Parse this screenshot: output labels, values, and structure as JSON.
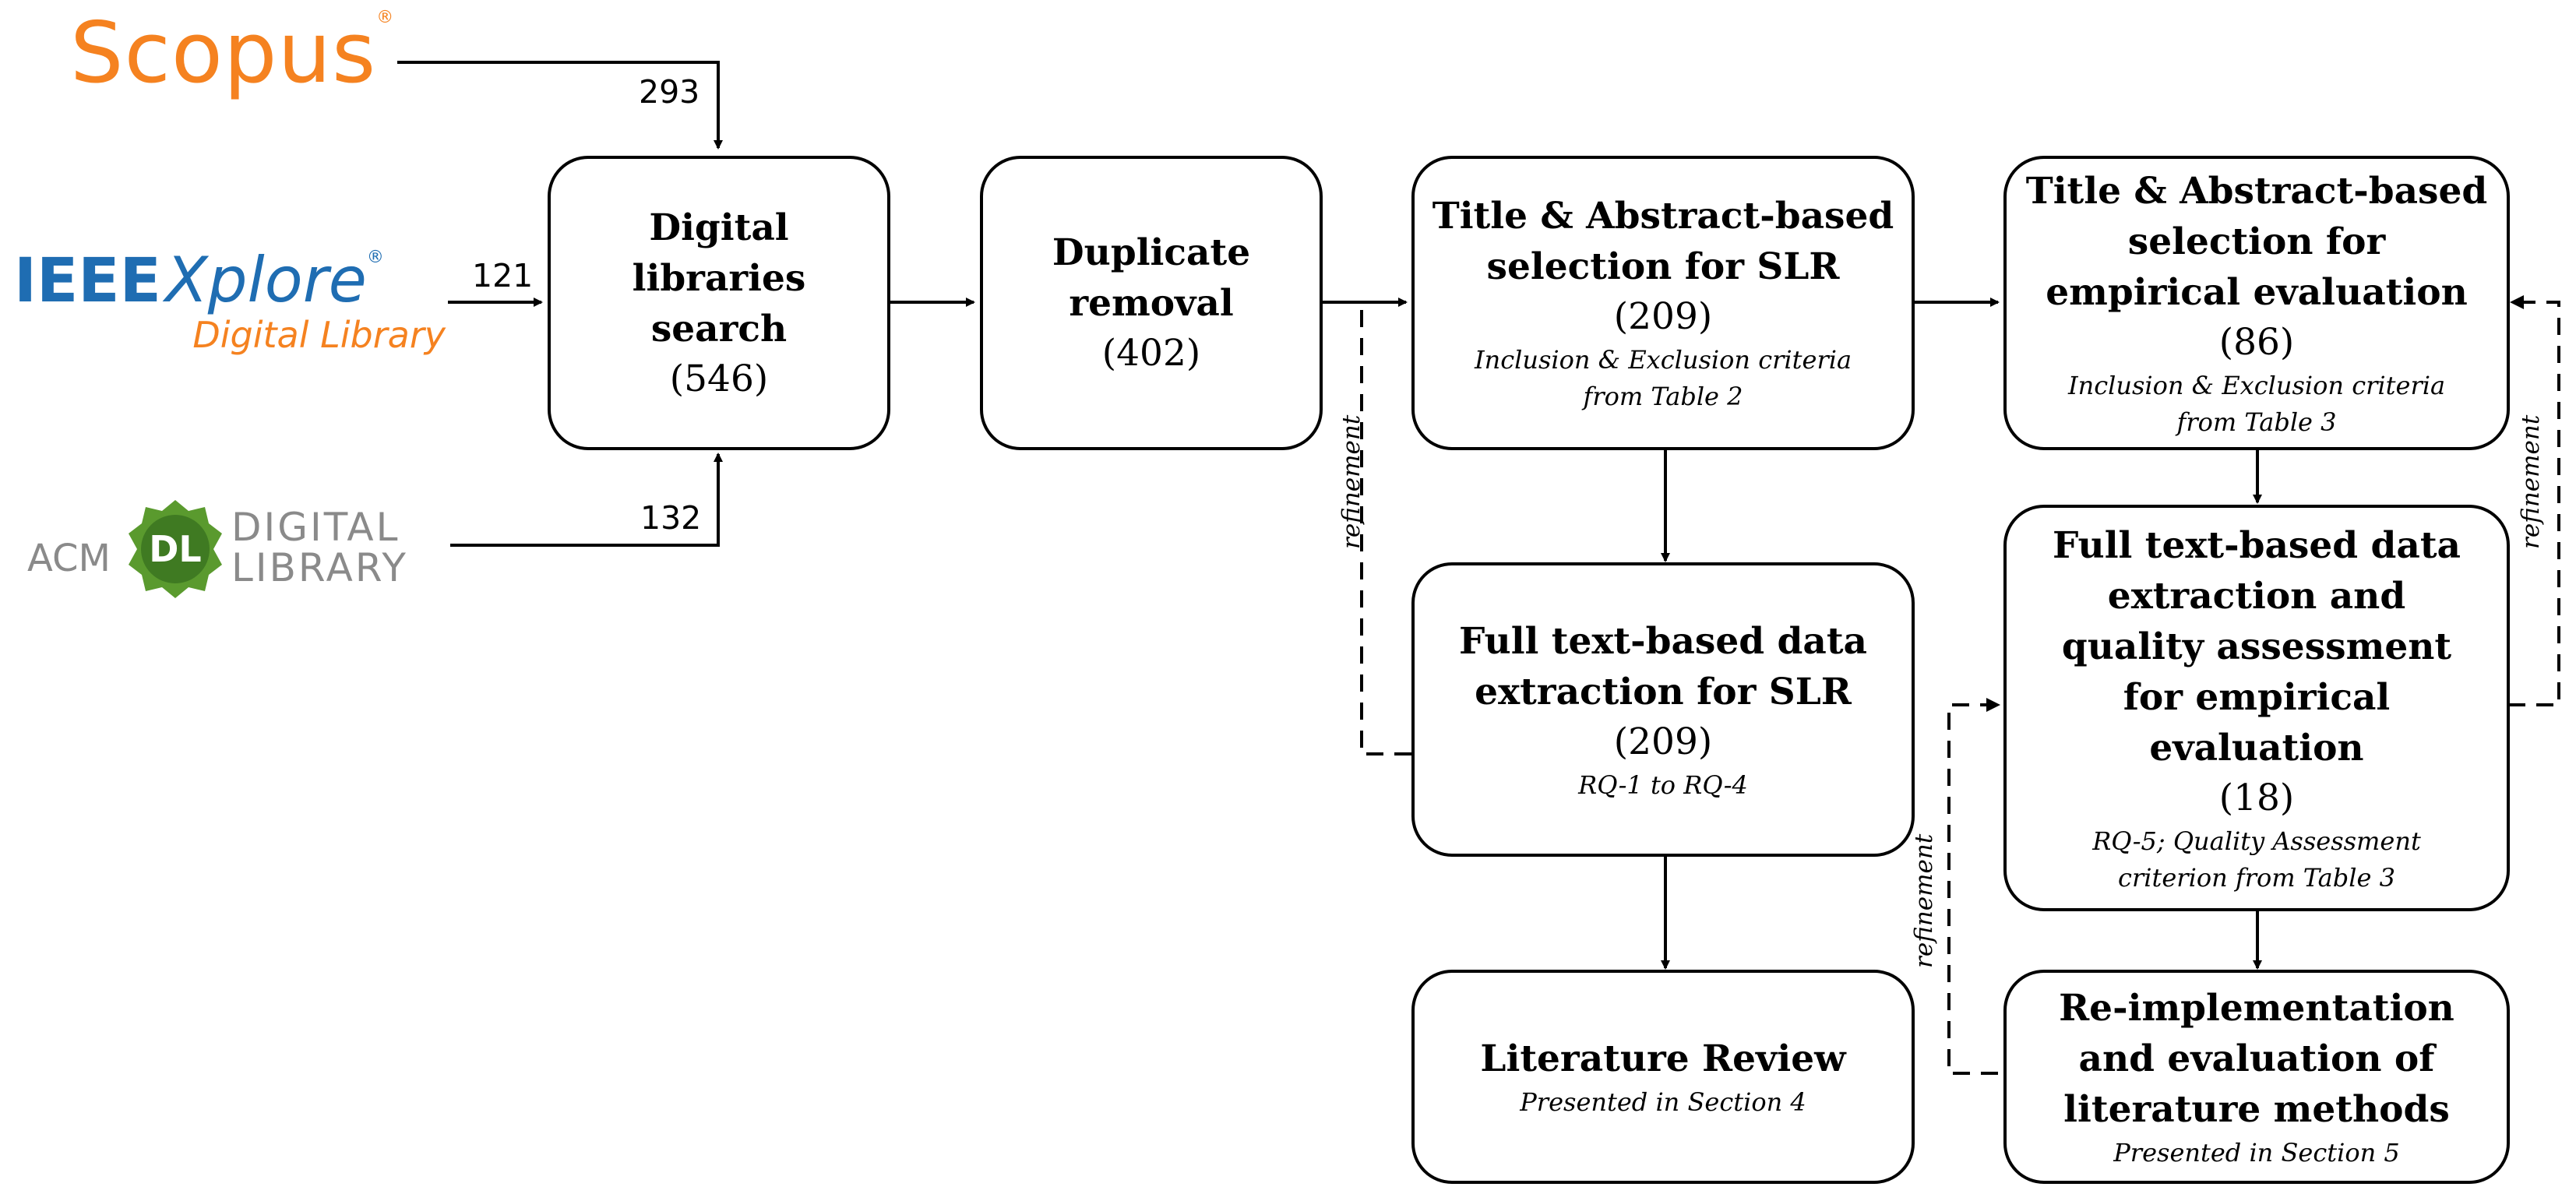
{
  "sources": {
    "scopus": {
      "logo_text": "Scopus",
      "count": "293"
    },
    "ieee": {
      "logo_text_1": "IEEE",
      "logo_text_2": "Xplore",
      "logo_sub": "Digital Library",
      "count": "121"
    },
    "acm": {
      "logo_text_1": "ACM",
      "logo_badge": "DL",
      "logo_text_2": "DIGITAL",
      "logo_text_3": "LIBRARY",
      "count": "132"
    }
  },
  "boxes": {
    "search": {
      "title": [
        "Digital",
        "libraries",
        "search"
      ],
      "count": "(546)"
    },
    "dedup": {
      "title": [
        "Duplicate",
        "removal"
      ],
      "count": "(402)"
    },
    "ta_slr": {
      "title": [
        "Title & Abstract-based",
        "selection for SLR"
      ],
      "count": "(209)",
      "note": [
        "Inclusion & Exclusion criteria",
        "from Table 2"
      ]
    },
    "ft_slr": {
      "title": [
        "Full text-based data",
        "extraction for SLR"
      ],
      "count": "(209)",
      "note": [
        "RQ-1 to RQ-4"
      ]
    },
    "review": {
      "title": [
        "Literature Review"
      ],
      "note": [
        "Presented in Section 4"
      ]
    },
    "ta_emp": {
      "title": [
        "Title & Abstract-based",
        "selection for",
        "empirical evaluation"
      ],
      "count": "(86)",
      "note": [
        "Inclusion & Exclusion criteria",
        "from Table 3"
      ]
    },
    "ft_emp": {
      "title": [
        "Full text-based data",
        "extraction and",
        "quality assessment",
        "for empirical",
        "evaluation"
      ],
      "count": "(18)",
      "note": [
        "RQ-5; Quality Assessment",
        "criterion from Table 3"
      ]
    },
    "reimpl": {
      "title": [
        "Re-implementation",
        "and evaluation of",
        "literature methods"
      ],
      "note": [
        "Presented in Section 5"
      ]
    }
  },
  "loop_label": "refinement",
  "colors": {
    "scopus": "#f58220",
    "ieee_blue": "#1f6db2",
    "ieee_orange": "#f58220",
    "acm_gray": "#8a8a8a",
    "acm_green": "#4a8a2a"
  }
}
